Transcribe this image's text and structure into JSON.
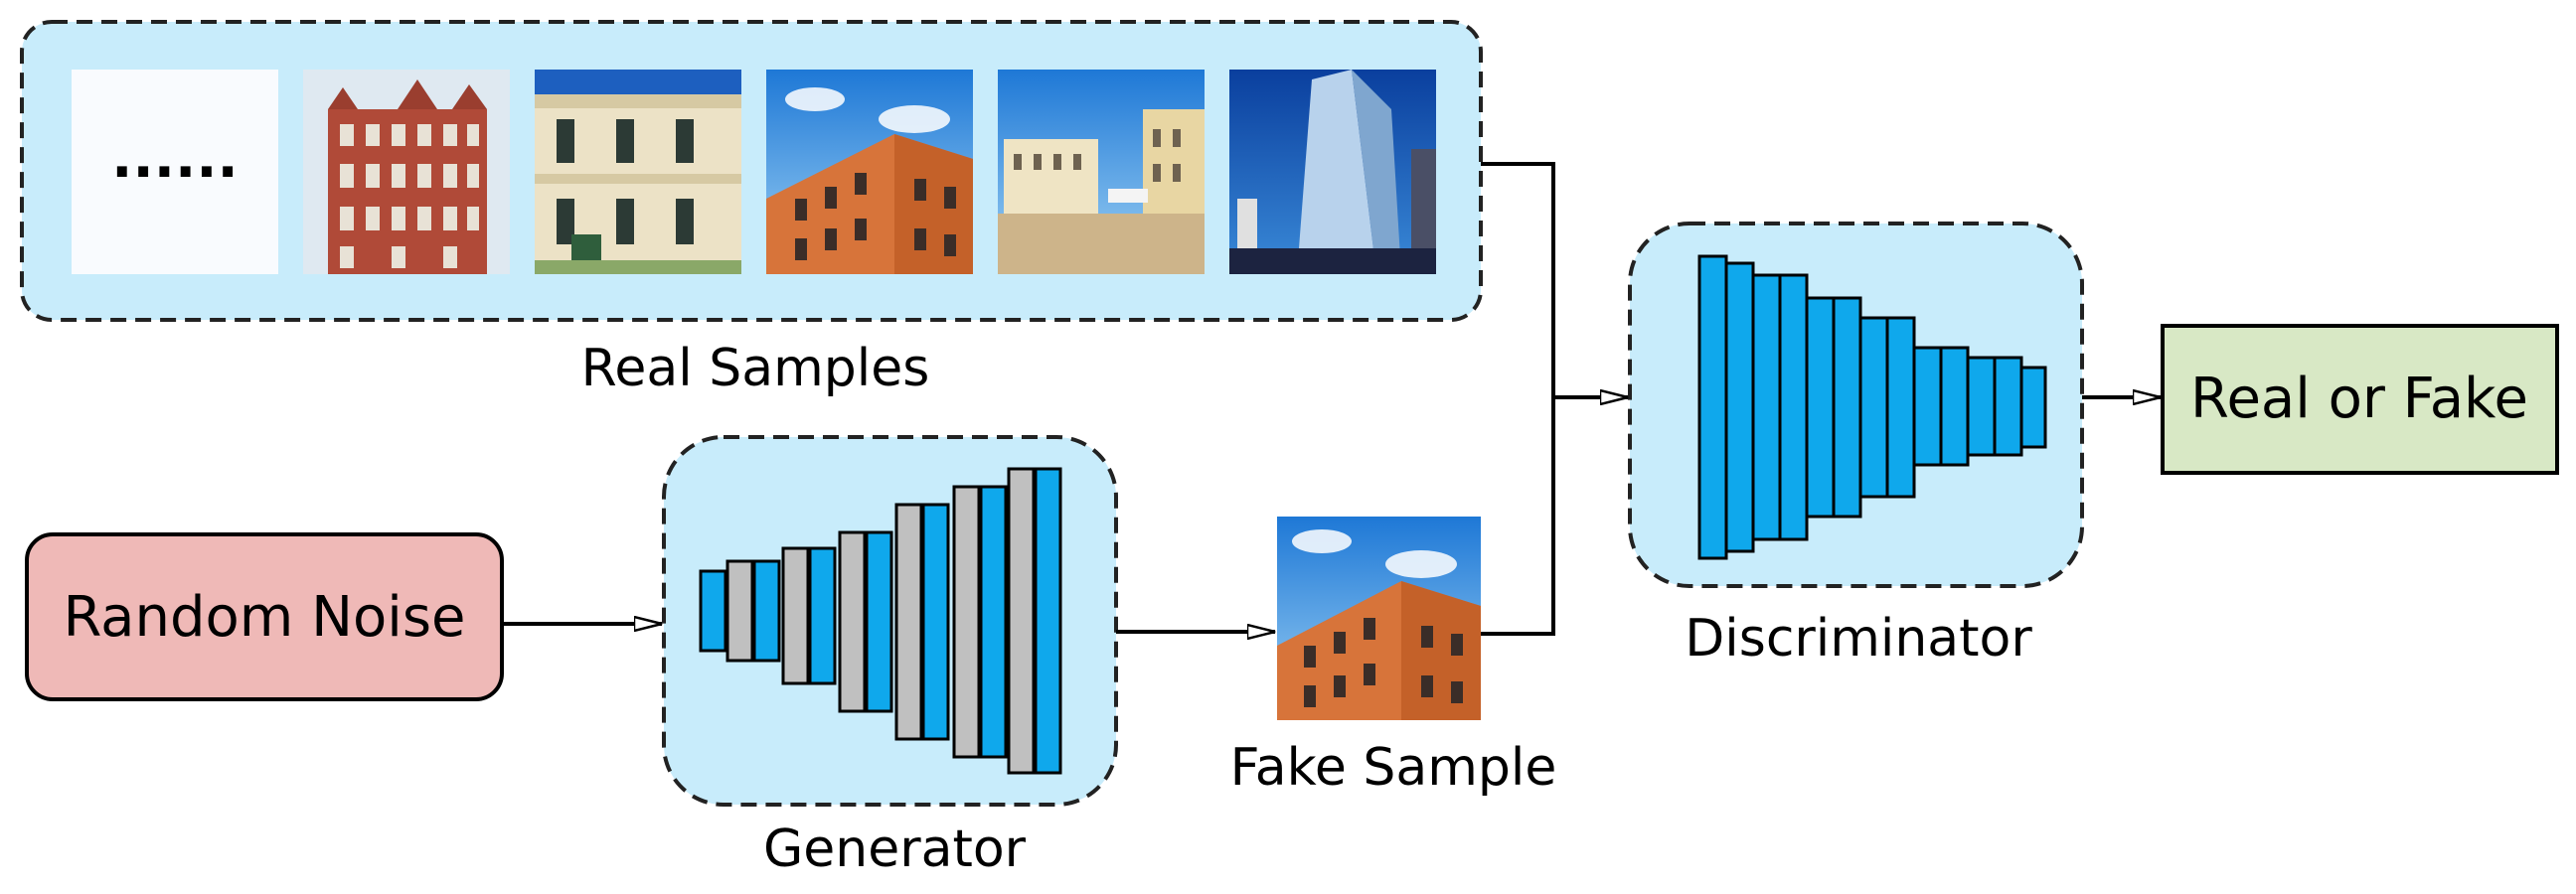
{
  "real_samples": {
    "label": "Real Samples",
    "placeholder_text": "......",
    "images": [
      {
        "icon": "red-brick-building-photo"
      },
      {
        "icon": "cream-colonial-building-photo"
      },
      {
        "icon": "orange-building-blue-sky-photo"
      },
      {
        "icon": "colonial-plaza-photo"
      },
      {
        "icon": "glass-skyscraper-photo"
      }
    ]
  },
  "random_noise": {
    "label": "Random Noise"
  },
  "generator": {
    "label": "Generator"
  },
  "fake_sample": {
    "label": "Fake Sample",
    "icon": "orange-building-blue-sky-photo"
  },
  "discriminator": {
    "label": "Discriminator"
  },
  "output": {
    "label": "Real or Fake"
  },
  "colors": {
    "container_fill": "#c8ecfb",
    "layer_blue": "#0fa8ec",
    "layer_gray": "#c0c0c0",
    "noise_fill": "#efb9b7",
    "output_fill": "#d8e8c5"
  }
}
